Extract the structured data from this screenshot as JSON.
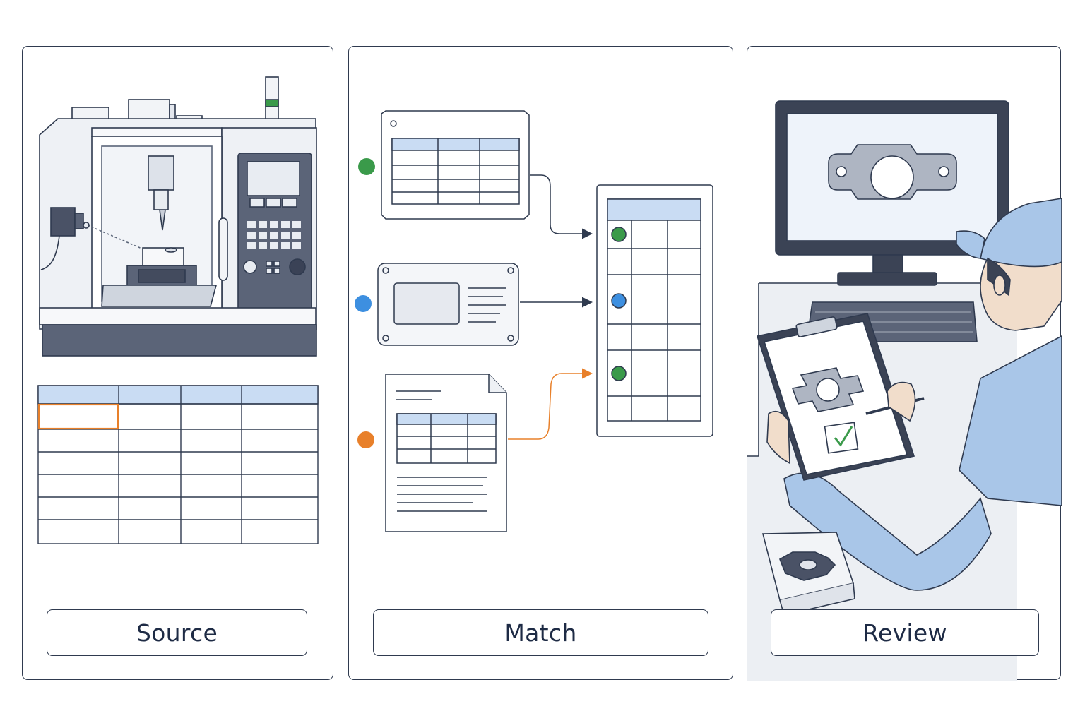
{
  "panels": [
    {
      "id": "source",
      "label": "Source"
    },
    {
      "id": "match",
      "label": "Match"
    },
    {
      "id": "review",
      "label": "Review"
    }
  ],
  "colors": {
    "outline": "#2f3a4f",
    "green": "#3a9a4a",
    "blue": "#3d8fe0",
    "orange": "#e8802a",
    "light_blue": "#c9dcf3",
    "shirt_blue": "#a9c6e8"
  }
}
